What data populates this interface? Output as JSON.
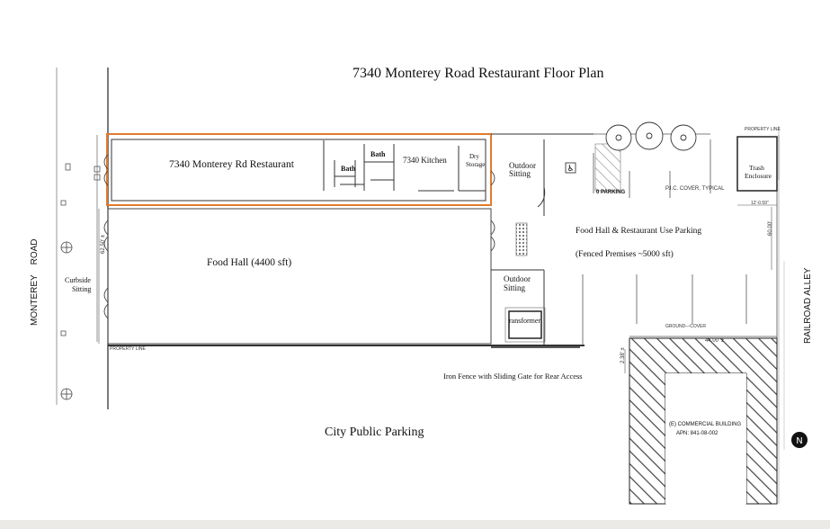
{
  "title": "7340 Monterey Road Restaurant Floor Plan",
  "labels": {
    "restaurant": "7340 Monterey Rd Restaurant",
    "bath_a": "Bath",
    "bath_b": "Bath",
    "kitchen": "7340 Kitchen",
    "dry_storage_1": "Dry",
    "dry_storage_2": "Storage",
    "outdoor_sitting_top_1": "Outdoor",
    "outdoor_sitting_top_2": "Sitting",
    "food_hall": "Food Hall (4400 sft)",
    "curbside_1": "Curbside",
    "curbside_2": "Sitting",
    "outdoor_sitting_mid_1": "Outdoor",
    "outdoor_sitting_mid_2": "Sitting",
    "transformer": "ransformer",
    "parking_title": "Food Hall & Restaurant Use Parking",
    "parking_sub": "(Fenced Premises ~5000 sft)",
    "trash_1": "Trash",
    "trash_2": "Enclosure",
    "zero_parking": "0 PARKING",
    "pic_cover": "P.I.C. COVER, TYPICAL",
    "property_line_top": "PROPERTY LINE",
    "property_line_left": "PROPERTY LINE",
    "dim_trash": "12'-0.59\"",
    "dim_60": "60.00'",
    "dim_62": "62.50' ±",
    "dim_238": "2.38' ±",
    "dim_44": "44.00' ±",
    "ground_cover": "GROUND—COVER",
    "iron_fence": "Iron Fence with Sliding Gate for Rear Access",
    "city_parking": "City Public Parking",
    "monterey_road": "MONTEREY    ROAD",
    "railroad_alley": "RAILROAD ALLEY",
    "commercial_1": "(E) COMMERCIAL BUILDING",
    "commercial_2": "APN: 841-08-002"
  },
  "icons": [
    "accessible-parking-icon",
    "tree-icon",
    "north-arrow-icon",
    "fire-hydrant-icon"
  ],
  "colors": {
    "highlight": "#e07b2e",
    "lines": "#222222",
    "hatch": "#555555"
  }
}
